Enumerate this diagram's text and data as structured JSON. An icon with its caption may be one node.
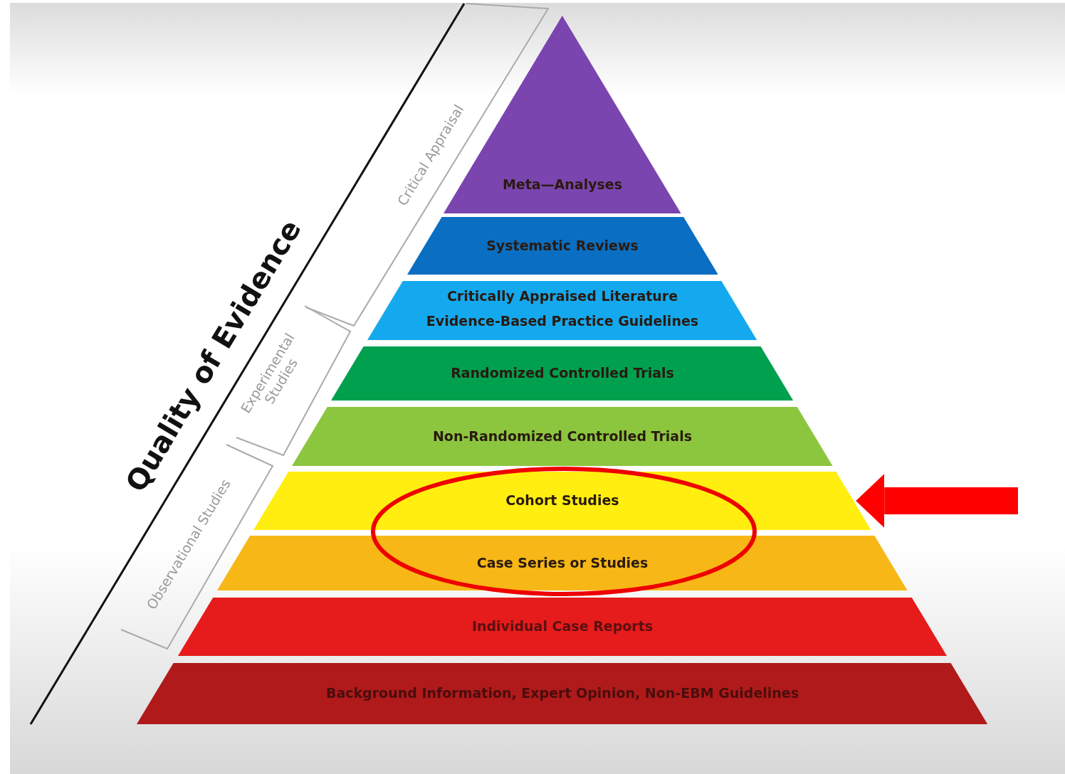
{
  "diagram": {
    "nodes": [
      {
        "text": [
          "Meta—Analyses"
        ]
      },
      {
        "text": [
          "Systematic Reviews"
        ]
      },
      {
        "text": [
          "Critically Appraised Literature",
          "Evidence-Based Practice Guidelines"
        ]
      },
      {
        "text": [
          "Randomized Controlled Trials"
        ]
      },
      {
        "text": [
          "Non-Randomized Controlled Trials"
        ]
      },
      {
        "text": [
          "Cohort Studies"
        ]
      },
      {
        "text": [
          "Case Series or Studies"
        ]
      },
      {
        "text": [
          "Individual Case Reports"
        ]
      },
      {
        "text": [
          "Background Information, Expert Opinion, Non-EBM Guidelines"
        ]
      }
    ],
    "edges": [
      {
        "from": null,
        "to": 5,
        "arrow": "to",
        "color": "#ff0000"
      }
    ],
    "labels": [
      "Quality of Evidence",
      "Critical Appraisal",
      "Experimental Studies",
      "Observational Studies"
    ]
  }
}
